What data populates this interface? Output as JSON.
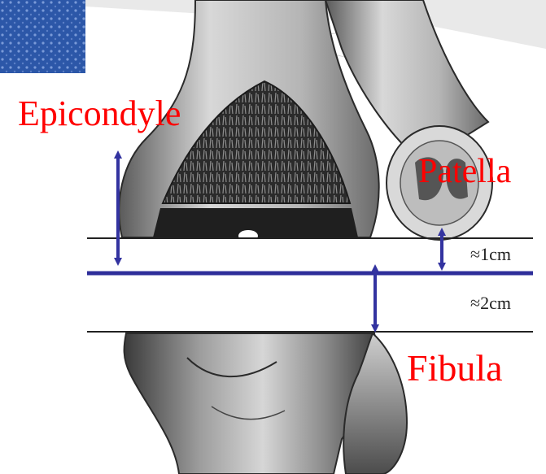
{
  "labels": {
    "epicondyle": "Epicondyle",
    "patella": "Patella",
    "fibula": "Fibula"
  },
  "measurements": {
    "upper_gap": "≈1cm",
    "lower_gap": "≈2cm"
  },
  "colors": {
    "label_text": "#ff0000",
    "arrow": "#3333a0",
    "joint_line": "#2e2e9a",
    "background_pattern": "#2c57a8"
  },
  "icons": {
    "arrow": "double-headed-vertical-arrow"
  }
}
